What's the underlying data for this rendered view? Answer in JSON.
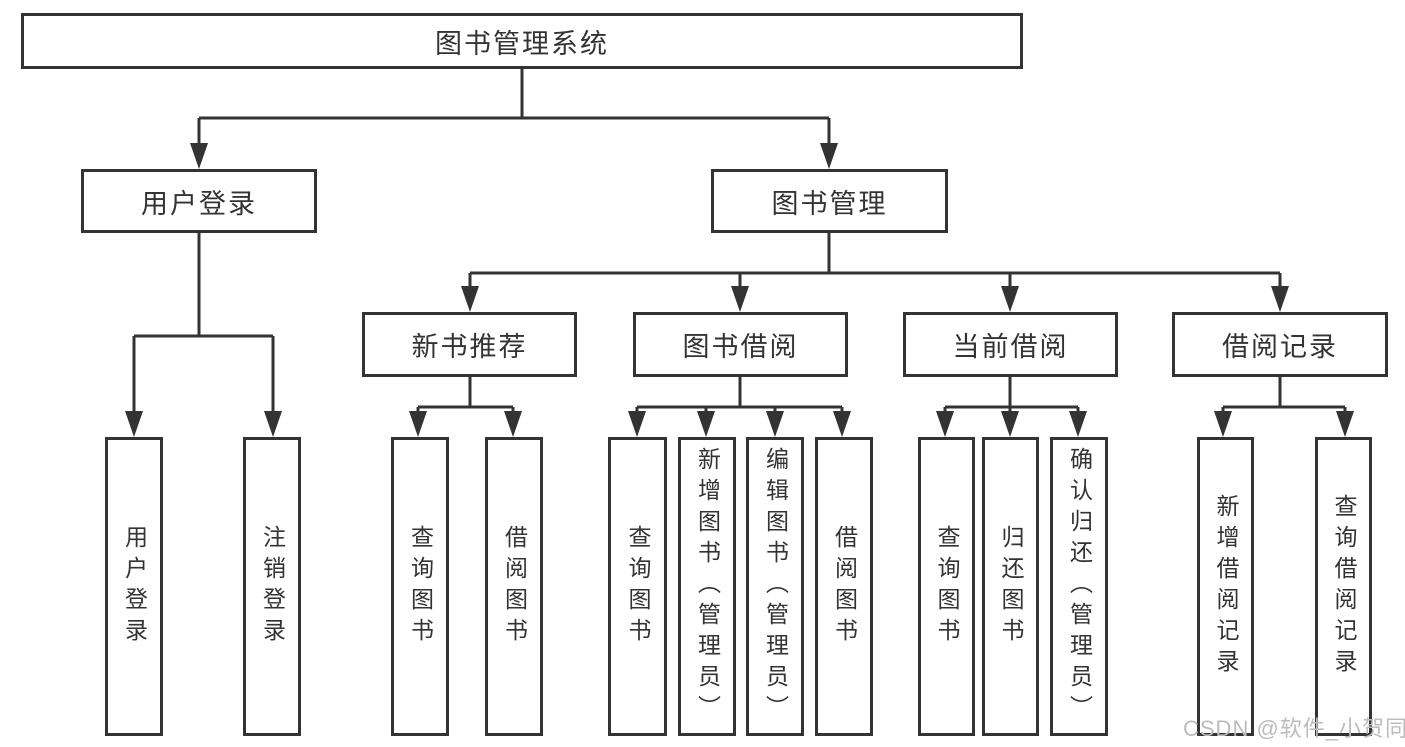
{
  "diagram": {
    "title": "图书管理系统",
    "root": {
      "label": "图书管理系统"
    },
    "level2": [
      {
        "label": "用户登录"
      },
      {
        "label": "图书管理"
      }
    ],
    "level3": [
      {
        "label": "新书推荐"
      },
      {
        "label": "图书借阅"
      },
      {
        "label": "当前借阅"
      },
      {
        "label": "借阅记录"
      }
    ],
    "leaves": {
      "user_login": [
        "用户登录",
        "注销登录"
      ],
      "new_book": [
        "查询图书",
        "借阅图书"
      ],
      "book_borrow": [
        "查询图书",
        "新增图书（管理员）",
        "编辑图书（管理员）",
        "借阅图书"
      ],
      "current_borrow": [
        "查询图书",
        "归还图书",
        "确认归还（管理员）"
      ],
      "borrow_record": [
        "新增借阅记录",
        "查询借阅记录"
      ]
    }
  },
  "watermark": "CSDN @软件_小贺同学",
  "colors": {
    "line": "#333333",
    "text": "#333333",
    "watermark_text": "#bcbcbc",
    "background": "#ffffff"
  }
}
